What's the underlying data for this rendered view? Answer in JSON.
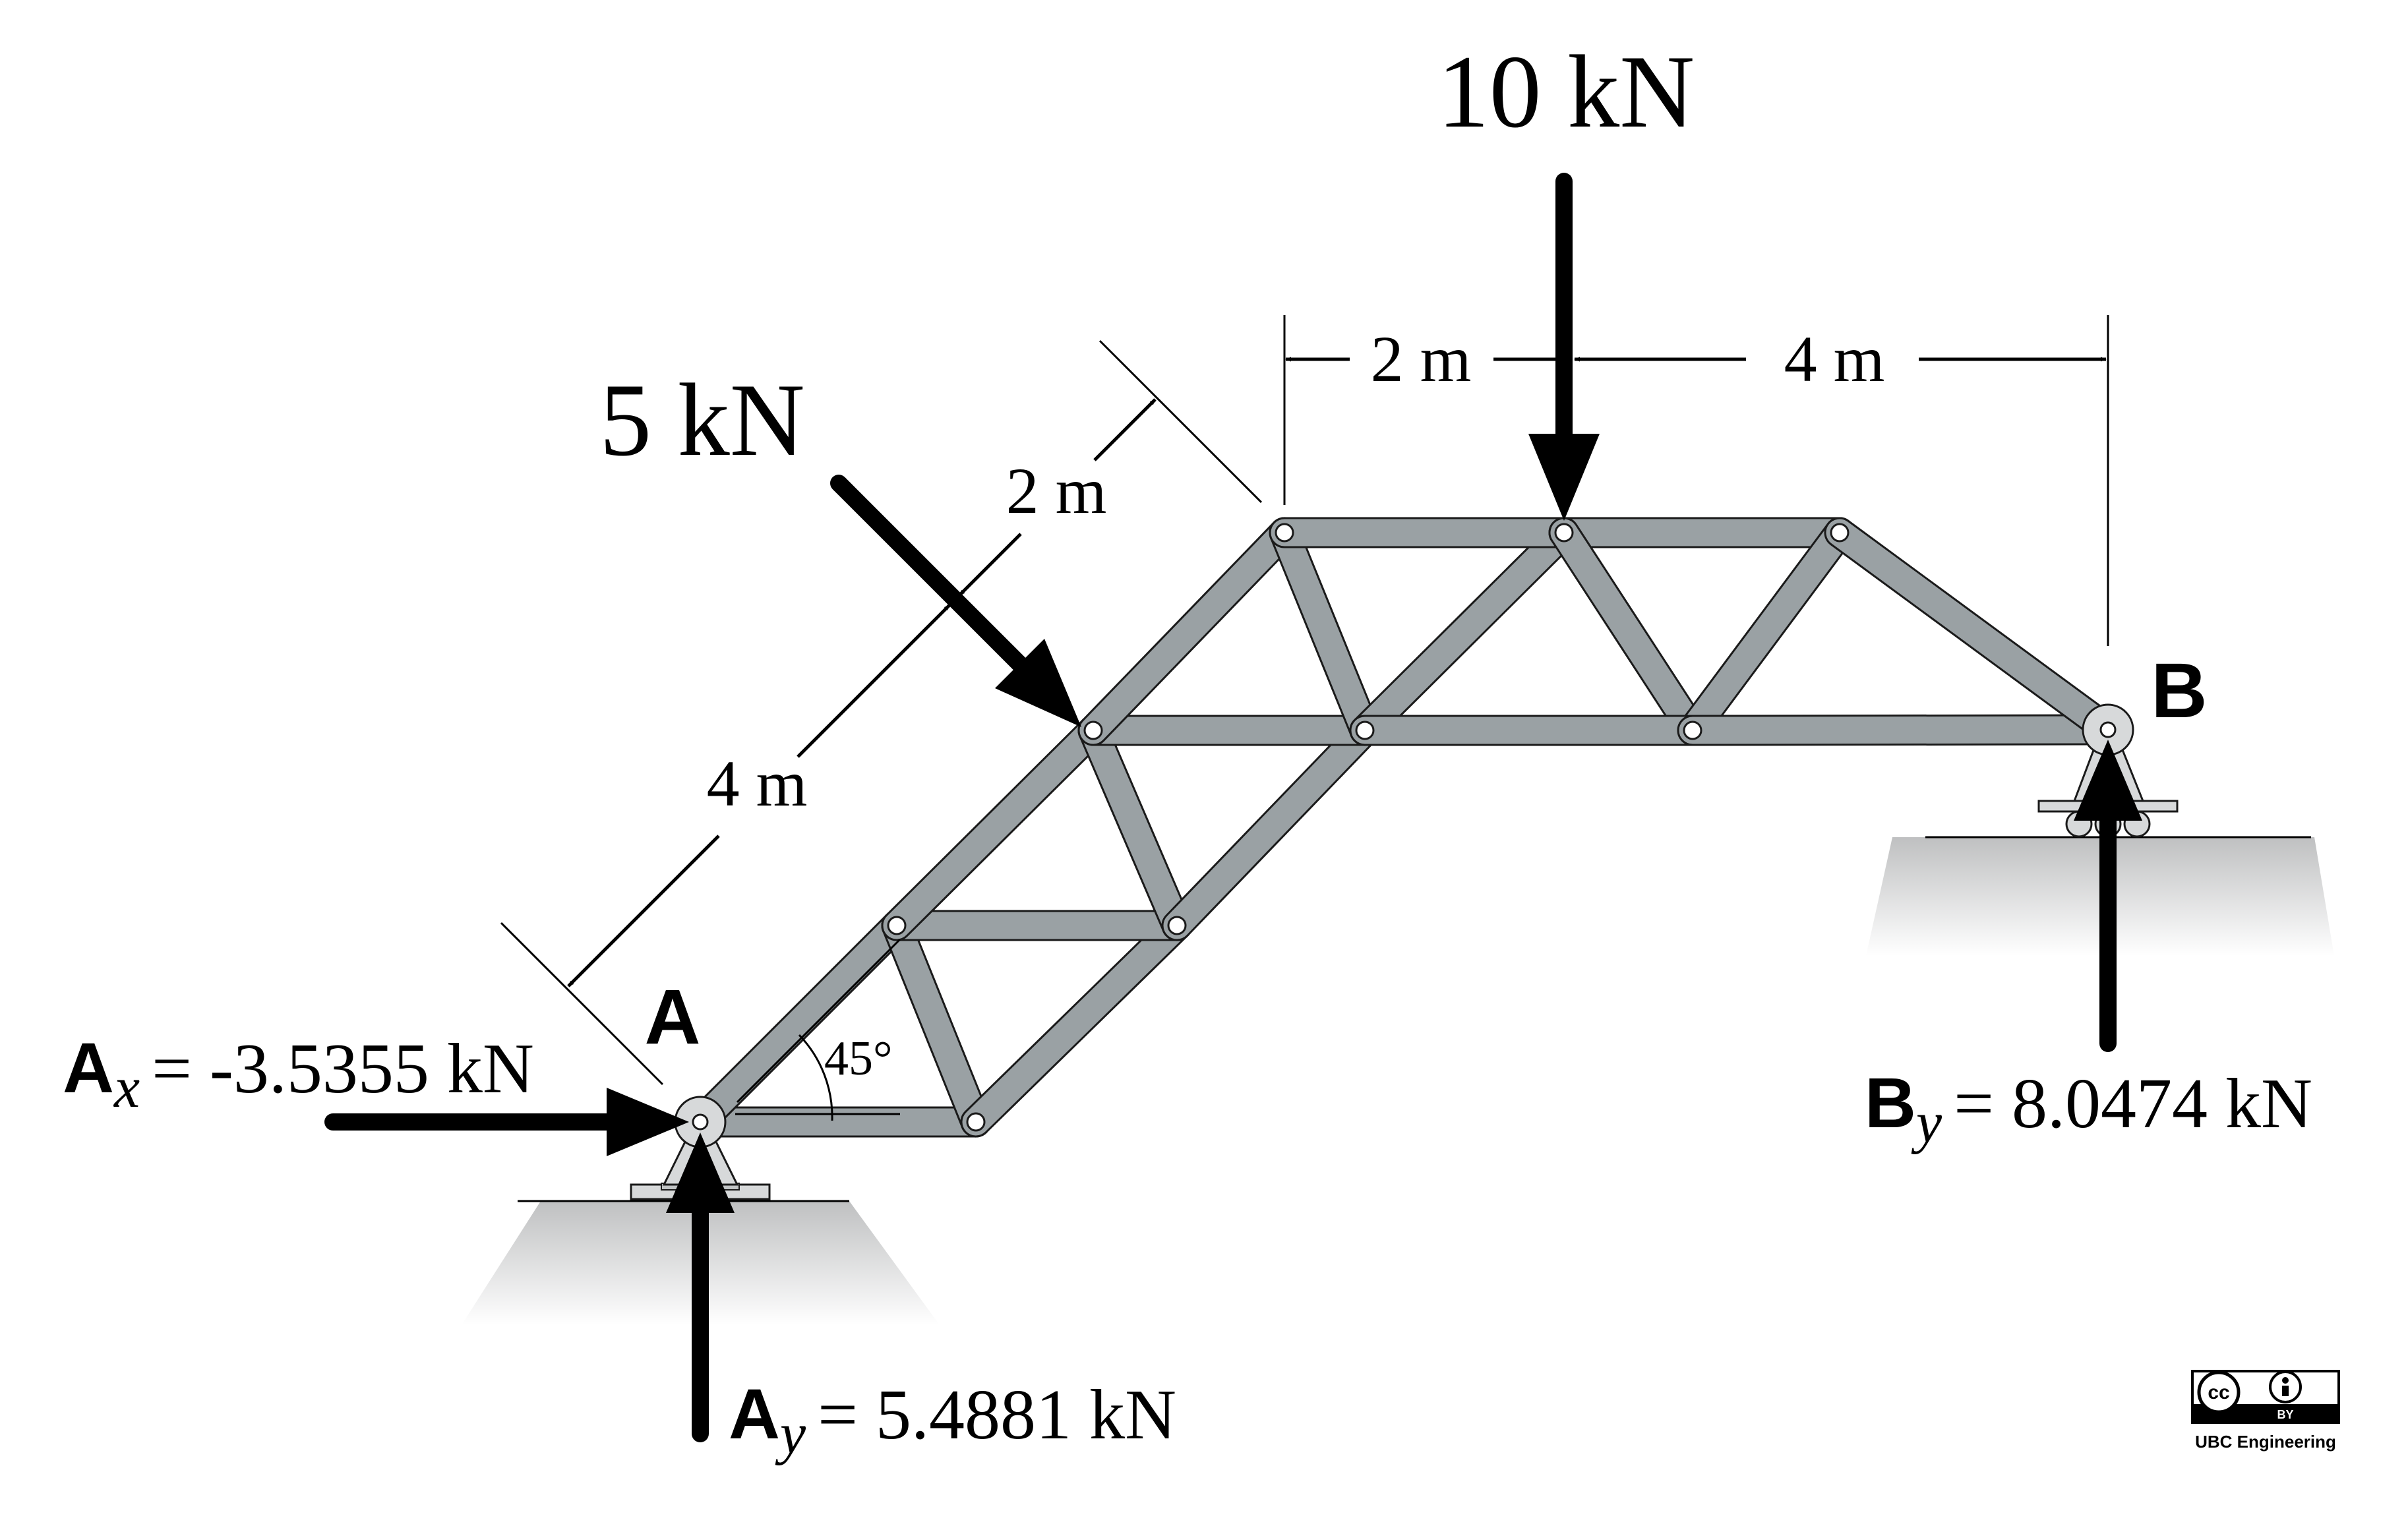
{
  "labels": {
    "load_top": "10 kN",
    "load_diag": "5 kN",
    "support_a": "A",
    "support_b": "B",
    "angle": "45°"
  },
  "dimensions": {
    "diag_lower": "4 m",
    "diag_upper": "2 m",
    "top_left": "2 m",
    "top_right": "4 m"
  },
  "reactions": {
    "ax": {
      "symbol": "A",
      "subscript": "x",
      "value": "= -3.5355 kN"
    },
    "ay": {
      "symbol": "A",
      "subscript": "y",
      "value": "= 5.4881 kN"
    },
    "by": {
      "symbol": "B",
      "subscript": "y",
      "value": "= 8.0474 kN"
    }
  },
  "license": {
    "cc": "cc",
    "by": "BY",
    "credit": "UBC Engineering"
  },
  "colors": {
    "member": "#9aa1a4",
    "ground": "#c8c9ca",
    "ink": "#000000"
  }
}
